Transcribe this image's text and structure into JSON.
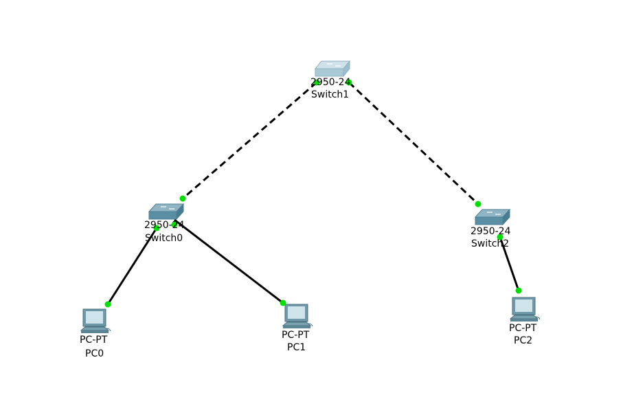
{
  "devices": {
    "switch1": {
      "model": "2950-24",
      "name": "Switch1"
    },
    "switch0": {
      "model": "2950-24",
      "name": "Switch0"
    },
    "switch2": {
      "model": "2950-24",
      "name": "Switch2"
    },
    "pc0": {
      "model": "PC-PT",
      "name": "PC0"
    },
    "pc1": {
      "model": "PC-PT",
      "name": "PC1"
    },
    "pc2": {
      "model": "PC-PT",
      "name": "PC2"
    }
  },
  "links": [
    {
      "from": "switch1",
      "to": "switch0",
      "type": "crossover",
      "style": "dashed"
    },
    {
      "from": "switch1",
      "to": "switch2",
      "type": "crossover",
      "style": "dashed"
    },
    {
      "from": "switch0",
      "to": "pc0",
      "type": "straight-through",
      "style": "solid"
    },
    {
      "from": "switch0",
      "to": "pc1",
      "type": "straight-through",
      "style": "solid"
    },
    {
      "from": "switch2",
      "to": "pc2",
      "type": "straight-through",
      "style": "solid"
    }
  ],
  "colors": {
    "link_light": "#00e000",
    "link_line": "#000000",
    "switch_top_light": "#b8d4de",
    "switch_top": "#8fb4c4",
    "switch_side": "#5a8ea4",
    "pc_screen": "#cfe3ea",
    "pc_body": "#6f98a8"
  }
}
